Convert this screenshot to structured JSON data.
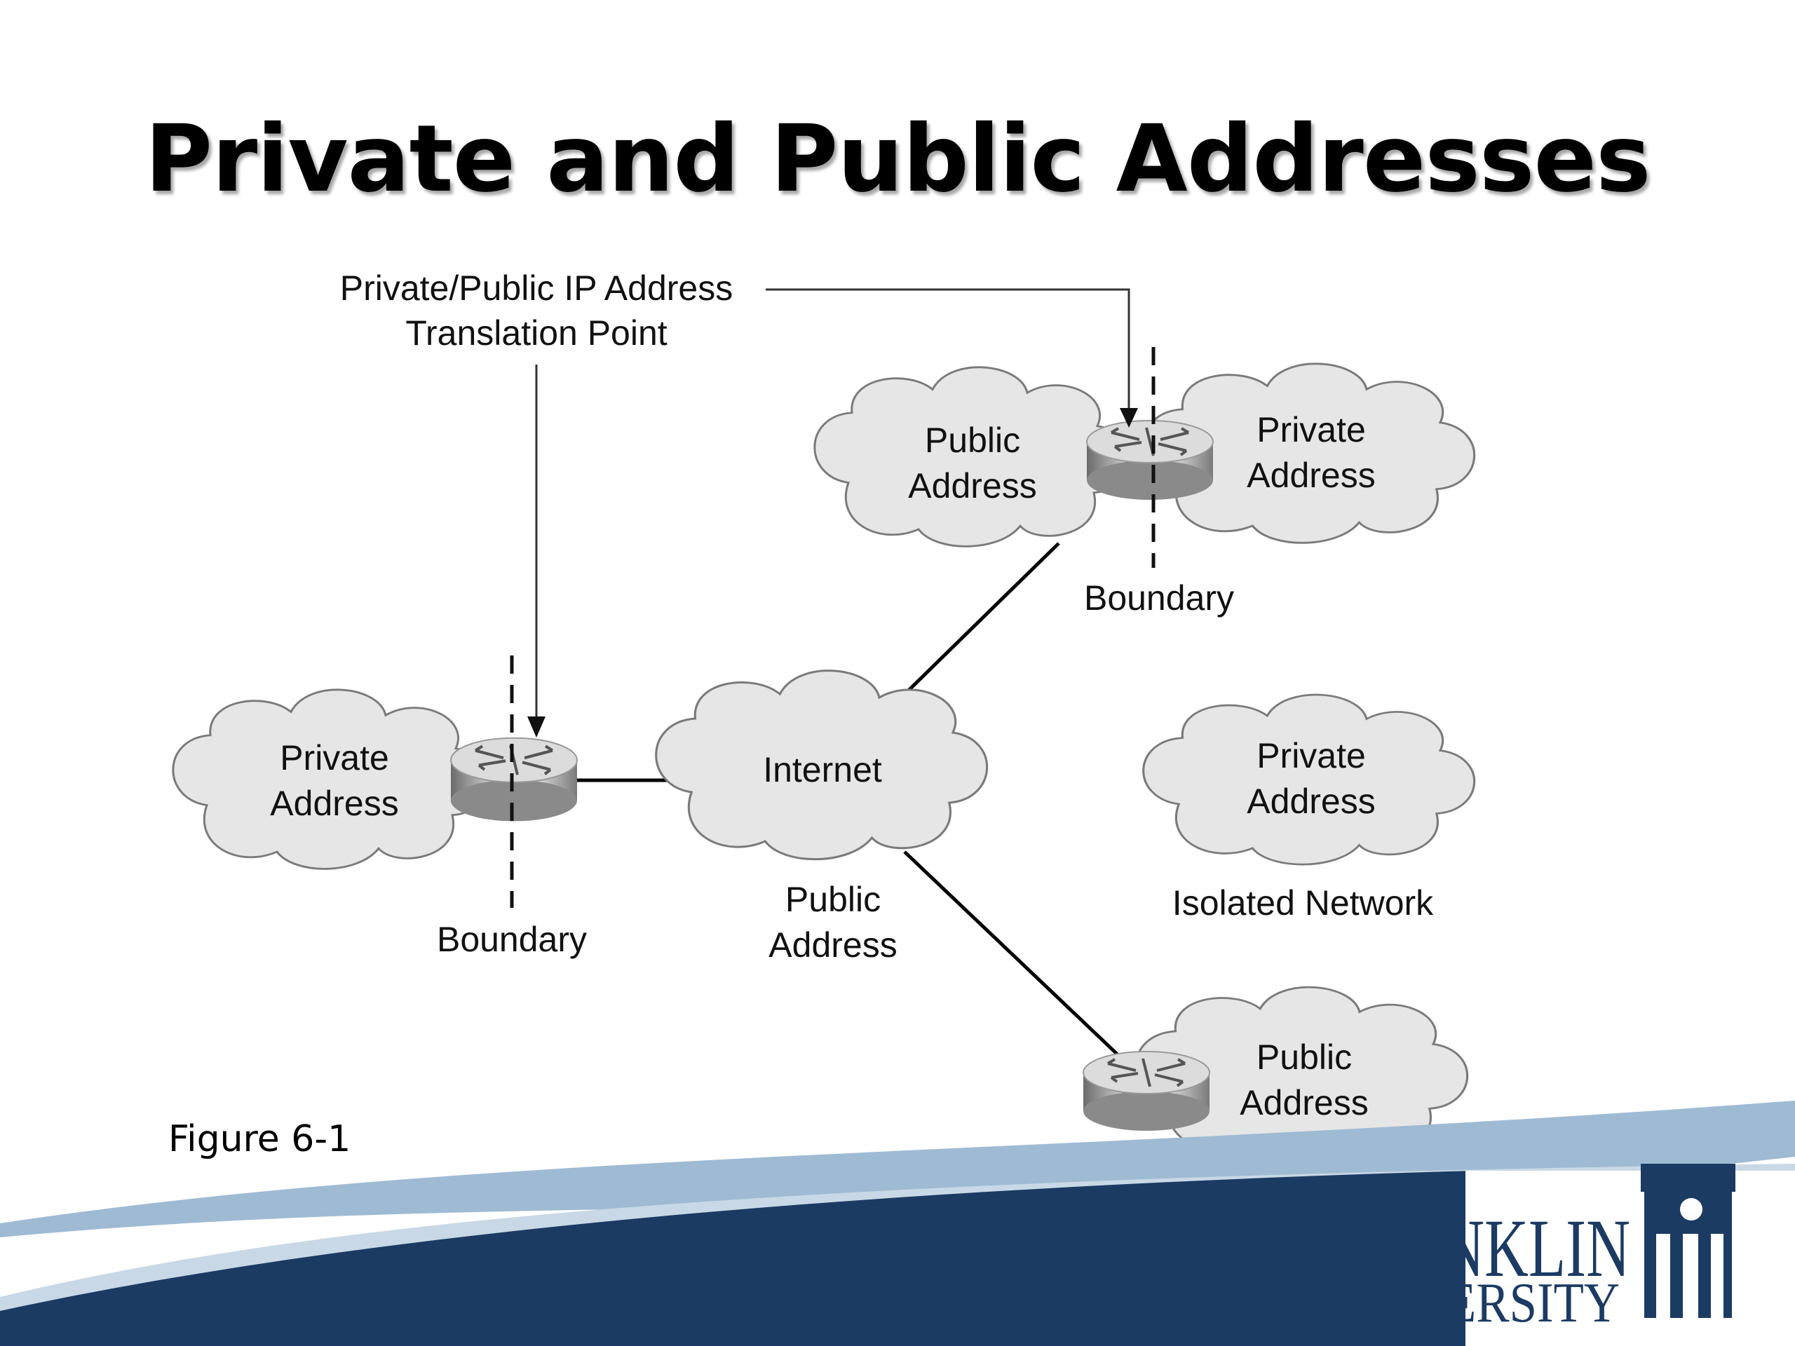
{
  "slide": {
    "title": "Private and Public Addresses",
    "figure_caption": "Figure 6-1"
  },
  "diagram": {
    "translation_label": [
      "Private/Public IP Address",
      "Translation Point"
    ],
    "clouds": {
      "top_public": [
        "Public",
        "Address"
      ],
      "top_private": [
        "Private",
        "Address"
      ],
      "left_private": [
        "Private",
        "Address"
      ],
      "internet": [
        "Internet"
      ],
      "isolated_private": [
        "Private",
        "Address"
      ],
      "bottom_public": [
        "Public",
        "Address"
      ]
    },
    "labels": {
      "boundary_top": "Boundary",
      "boundary_left": "Boundary",
      "internet_public": [
        "Public",
        "Address"
      ],
      "isolated_network": "Isolated Network"
    }
  },
  "logo": {
    "line1": "FRANKLIN",
    "line2": "UNIVERSITY"
  },
  "colors": {
    "brand_navy": "#1b3b63",
    "brand_light_blue": "#7e9fbd",
    "cloud_fill": "#e6e6e6"
  }
}
